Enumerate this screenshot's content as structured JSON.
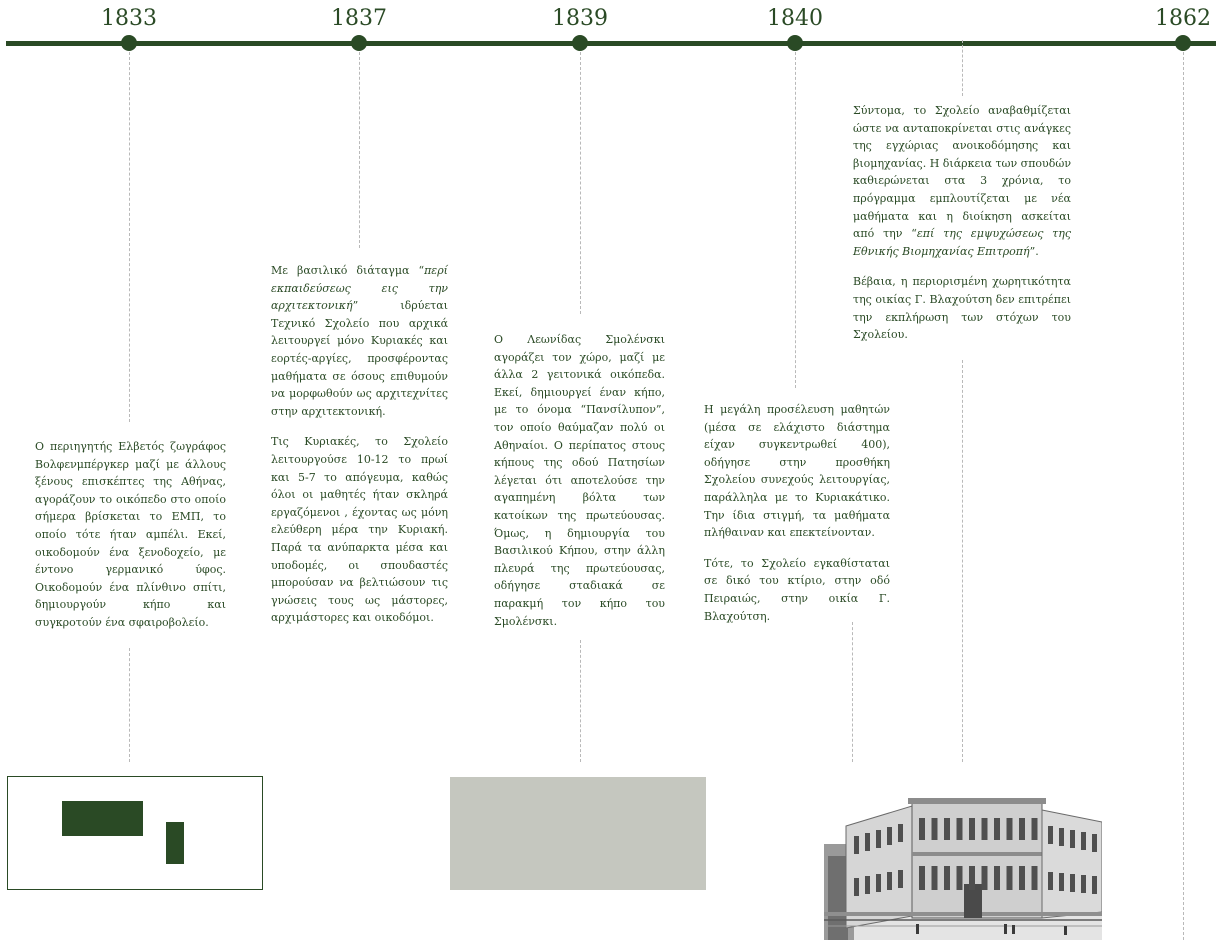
{
  "timeline": {
    "years": [
      "1833",
      "1837",
      "1839",
      "1840",
      "1862"
    ]
  },
  "entries": {
    "e1833": {
      "p1": "Ο περιηγητής Ελβετός ζωγράφος Βολφενμπέργκερ μαζί με άλλους ξένους επισκέπτες της Αθήνας, αγοράζουν το οικόπεδο στο οποίο σήμερα βρίσκεται το ΕΜΠ, το οποίο τότε ήταν αμπέλι. Εκεί, οικοδομούν ένα ξενοδοχείο, με έντονο γερμανικό ύφος. Οικοδομούν ένα πλίνθινο σπίτι, δημιουργούν κήπο και συγκροτούν ένα σφαιροβολείο."
    },
    "e1837": {
      "p1_a": "Με βασιλικό διάταγμα “",
      "p1_italic": "περί εκπαιδεύσεως εις την αρχιτεκτονική",
      "p1_b": "” ιδρύεται Τεχνικό Σχολείο που αρχικά λειτουργεί μόνο Κυριακές και εορτές-αργίες, προσφέροντας μαθήματα σε όσους επιθυμούν να μορφωθούν ως αρχιτεχνίτες στην αρχιτεκτονική.",
      "p2": "Τις Κυριακές, το Σχολείο λειτουργούσε 10-12 το πρωί και 5-7 το απόγευμα, καθώς όλοι οι μαθητές ήταν σκληρά εργαζόμενοι , έχοντας ως μόνη ελεύθερη μέρα την Κυριακή. Παρά τα ανύπαρκτα μέσα και υποδομές, οι σπουδαστές μπορούσαν να βελτιώσουν τις γνώσεις τους ως μάστορες, αρχιμάστορες και οικοδόμοι."
    },
    "e1839": {
      "p1": "Ο Λεωνίδας Σμολένσκι αγοράζει τον χώρο, μαζί με άλλα 2 γειτονικά οικόπεδα. Εκεί, δημιουργεί έναν κήπο, με το όνομα “Πανσίλυπον”, τον οποίο θαύμαζαν πολύ οι Αθηναίοι. Ο περίπατος στους κήπους της οδού Πατησίων λέγεται ότι αποτελούσε την αγαπημένη βόλτα των κατοίκων της πρωτεύουσας. Όμως, η δημιουργία του Βασιλικού Κήπου, στην άλλη πλευρά της πρωτεύουσας, οδήγησε σταδιακά σε παρακμή τον κήπο του Σμολένσκι."
    },
    "e1840": {
      "p1": "Η μεγάλη προσέλευση μαθητών (μέσα σε ελάχιστο διάστημα είχαν συγκεντρωθεί 400), οδήγησε στην προσθήκη Σχολείου συνεχούς λειτουργίας, παράλληλα με το Κυριακάτικο. Την ίδια στιγμή, τα μαθήματα πλήθαιναν και επεκτείνονταν.",
      "p2": "Τότε, το Σχολείο εγκαθίσταται σε δικό του κτίριο, στην οδό Πειραιώς, στην οικία Γ. Βλαχούτση."
    },
    "e1850": {
      "p1_a": "Σύντομα, το Σχολείο αναβαθμίζεται ώστε να ανταποκρίνεται στις ανάγκες της εγχώριας ανοικοδόμησης και βιομηχανίας. Η διάρκεια των σπουδών καθιερώνεται στα 3 χρόνια, το πρόγραμμα εμπλουτίζεται με νέα μαθήματα και η διοίκηση ασκείται από την “",
      "p1_italic": "επί της εμψυχώσεως της Εθνικής Βιομηχανίας Επιτροπή",
      "p1_b": "”.",
      "p2": "Βέβαια, η περιορισμένη χωρητικότητα της οικίας Γ. Βλαχούτση δεν επιτρέπει την εκπλήρωση των στόχων του Σχολείου."
    }
  },
  "colors": {
    "accent": "#2a4a25",
    "dashes": "#b9b9b9",
    "placeholder": "#c5c7bf"
  }
}
